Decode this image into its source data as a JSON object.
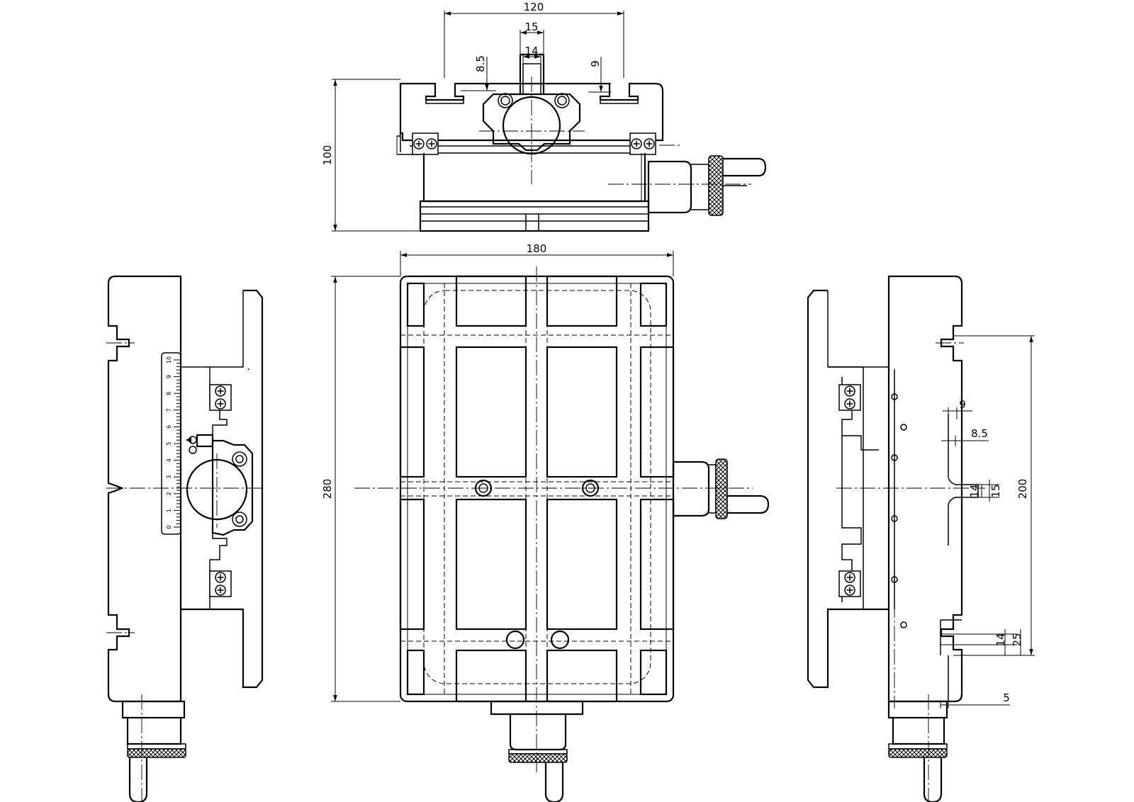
{
  "drawing": {
    "views": [
      "top-view",
      "front-view",
      "left-side-view",
      "right-side-view"
    ],
    "dimensions": {
      "top_width": "120",
      "top_slot": "15",
      "top_slot_inner": "14",
      "top_left_depth": "8.5",
      "top_right_depth": "9",
      "top_height": "100",
      "front_width": "180",
      "front_height": "280",
      "right_depth_9": "9",
      "right_depth_85": "8.5",
      "right_slot_14": "14",
      "right_slot_15": "15",
      "right_span_200": "200",
      "right_lower_14": "14",
      "right_lower_25": "25",
      "right_offset_5": "5"
    },
    "scale_ticks": [
      "0",
      "1",
      "2",
      "3",
      "4",
      "5",
      "6",
      "7",
      "8",
      "9",
      "10"
    ]
  }
}
